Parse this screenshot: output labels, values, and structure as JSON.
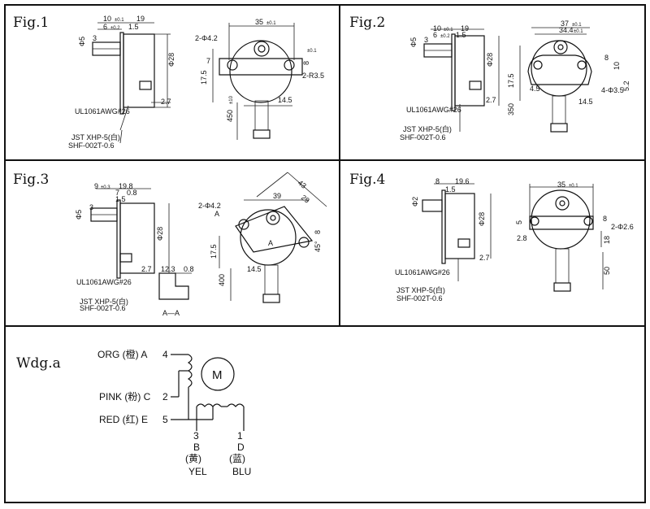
{
  "figures": {
    "fig1": {
      "title": "Fig.1",
      "dims": [
        "10",
        "±0.1",
        "19",
        "6",
        "±0.2",
        "1.5",
        "Φ5",
        "3",
        "Φ28",
        "2.7",
        "35",
        "±0.1",
        "2-Φ4.2",
        "7",
        "8",
        "±0.1",
        "2-R3.5",
        "17.5",
        "14.5",
        "450",
        "±10"
      ],
      "notes": [
        "UL1061AWG#26",
        "JST XHP-5(白)",
        "SHF-002T-0.6"
      ]
    },
    "fig2": {
      "title": "Fig.2",
      "dims": [
        "10",
        "±0.1",
        "19",
        "6",
        "±0.2",
        "1.5",
        "Φ5",
        "3",
        "Φ28",
        "2.7",
        "37",
        "±0.1",
        "34.4",
        "±0.1",
        "8",
        "10",
        "17.5",
        "4.5",
        "5.2",
        "4-Φ3.5",
        "14.5",
        "350"
      ],
      "notes": [
        "UL1061AWG#26",
        "JST XHP-5(白)",
        "SHF-002T-0.6"
      ]
    },
    "fig3": {
      "title": "Fig.3",
      "dims": [
        "9",
        "±0.3",
        "19.8",
        "7",
        "0.8",
        "1.5",
        "Φ5",
        "3",
        "Φ28",
        "2.7",
        "12.3",
        "0.8",
        "A",
        "A—A",
        "2-Φ4.2",
        "A",
        "39",
        "43",
        "29",
        "A",
        "8",
        "45°",
        "17.5",
        "14.5",
        "400"
      ],
      "notes": [
        "UL1061AWG#26",
        "JST XHP-5(白)",
        "SHF-002T-0.6"
      ]
    },
    "fig4": {
      "title": "Fig.4",
      "dims": [
        "8",
        "19.6",
        "1.5",
        "Φ2",
        "Φ28",
        "2.7",
        "35",
        "±0.1",
        "5",
        "8",
        "2-Φ2.6",
        "2.8",
        "18",
        "50"
      ],
      "notes": [
        "UL1061AWG#26",
        "JST XHP-5(白)",
        "SHF-002T-0.6"
      ]
    }
  },
  "winding": {
    "title": "Wdg.a",
    "motor_symbol": "M",
    "leads": [
      {
        "name": "ORG (橙) A",
        "pin": "4"
      },
      {
        "name": "PINK (粉) C",
        "pin": "2"
      },
      {
        "name": "RED (红) E",
        "pin": "5"
      }
    ],
    "bottom_leads": [
      {
        "pin": "3",
        "phase": "B",
        "cn": "(黄)",
        "en": "YEL"
      },
      {
        "pin": "1",
        "phase": "D",
        "cn": "(蓝)",
        "en": "BLU"
      }
    ]
  }
}
